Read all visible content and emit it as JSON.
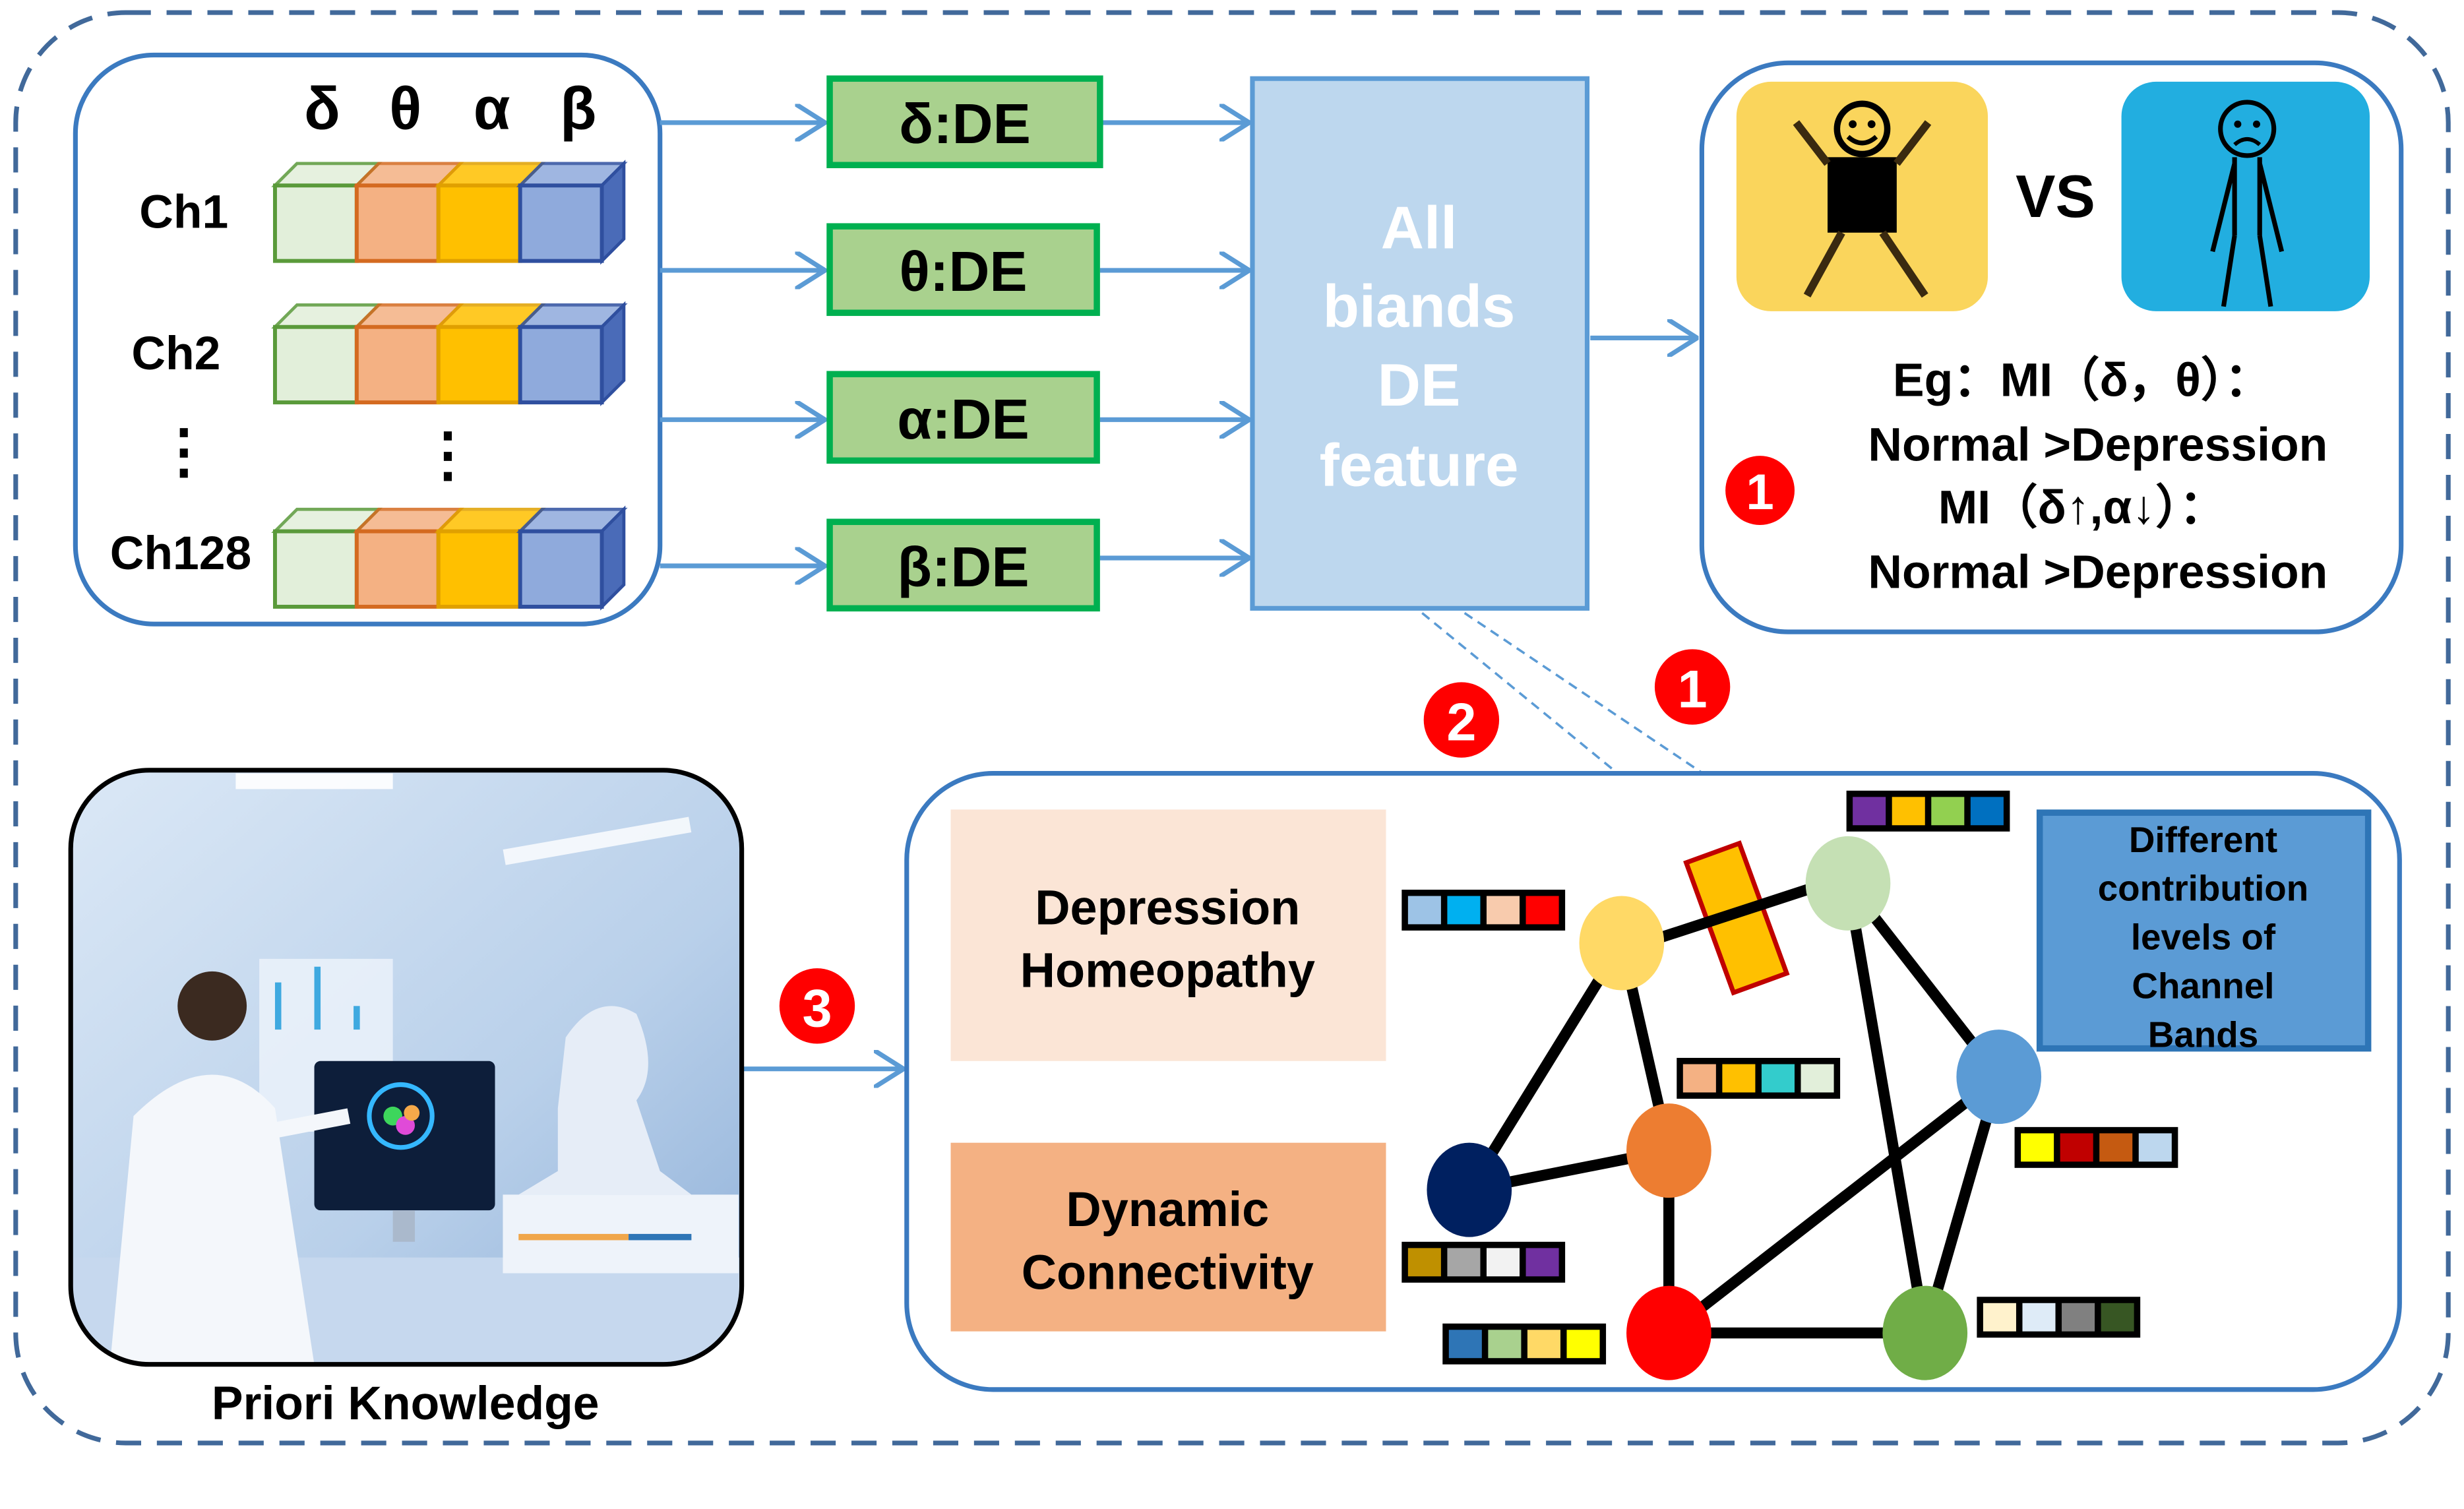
{
  "input_block": {
    "bands": [
      "δ",
      "θ",
      "α",
      "β"
    ],
    "channels": [
      "Ch1",
      "Ch2",
      "⋮",
      "Ch128"
    ],
    "band_colors": [
      "#e2efda",
      "#f4b183",
      "#ffc000",
      "#8faadc"
    ]
  },
  "de_boxes": [
    "δ:DE",
    "θ:DE",
    "α:DE",
    "β:DE"
  ],
  "all_bands_box": {
    "lines": [
      "All",
      "biands",
      "DE",
      "feature"
    ]
  },
  "comparison": {
    "vs_label": "VS",
    "lines": [
      "Eg：MI（δ，θ）：",
      "Normal >Depression",
      "MI（δ↑,α↓）：",
      "Normal >Depression"
    ],
    "badge": "1",
    "happy_color": "#fad55c",
    "sad_color": "#22aee0"
  },
  "badges": {
    "two": "2",
    "one": "1",
    "three": "3"
  },
  "prior": {
    "caption": "Priori Knowledge"
  },
  "graph_panel": {
    "depression_box": [
      "Depression",
      "Homeopathy"
    ],
    "dynamic_box": [
      "Dynamic",
      "Connectivity"
    ],
    "contribution_box": [
      "Different",
      "contribution",
      "levels of",
      "Channel",
      "Bands"
    ],
    "nodes": [
      {
        "id": "yellow",
        "color": "#ffd966"
      },
      {
        "id": "lightgreen",
        "color": "#c5e0b4"
      },
      {
        "id": "orange",
        "color": "#ed7d31"
      },
      {
        "id": "navy",
        "color": "#002060"
      },
      {
        "id": "blue",
        "color": "#5b9bd5"
      },
      {
        "id": "red",
        "color": "#ff0000"
      },
      {
        "id": "green",
        "color": "#70ad47"
      }
    ],
    "edges": [
      [
        "yellow",
        "lightgreen"
      ],
      [
        "yellow",
        "navy"
      ],
      [
        "yellow",
        "orange"
      ],
      [
        "navy",
        "orange"
      ],
      [
        "orange",
        "red"
      ],
      [
        "red",
        "green"
      ],
      [
        "red",
        "blue"
      ],
      [
        "lightgreen",
        "green"
      ],
      [
        "lightgreen",
        "blue"
      ],
      [
        "blue",
        "green"
      ]
    ],
    "swatch_groups": [
      [
        "#7030a0",
        "#ffc000",
        "#92d050",
        "#0070c0"
      ],
      [
        "#9dc3e6",
        "#00b0f0",
        "#f8cbad",
        "#ff0000"
      ],
      [
        "#f4b183",
        "#ffc000",
        "#33cccc",
        "#e2efda"
      ],
      [
        "#ffff00",
        "#c00000",
        "#c55a11",
        "#bdd7ee"
      ],
      [
        "#bf9000",
        "#a6a6a6",
        "#f2f2f2",
        "#7030a0"
      ],
      [
        "#2e75b6",
        "#a9d18e",
        "#ffd966",
        "#ffff00"
      ],
      [
        "#fff2cc",
        "#deebf7",
        "#808080",
        "#375623"
      ]
    ]
  }
}
